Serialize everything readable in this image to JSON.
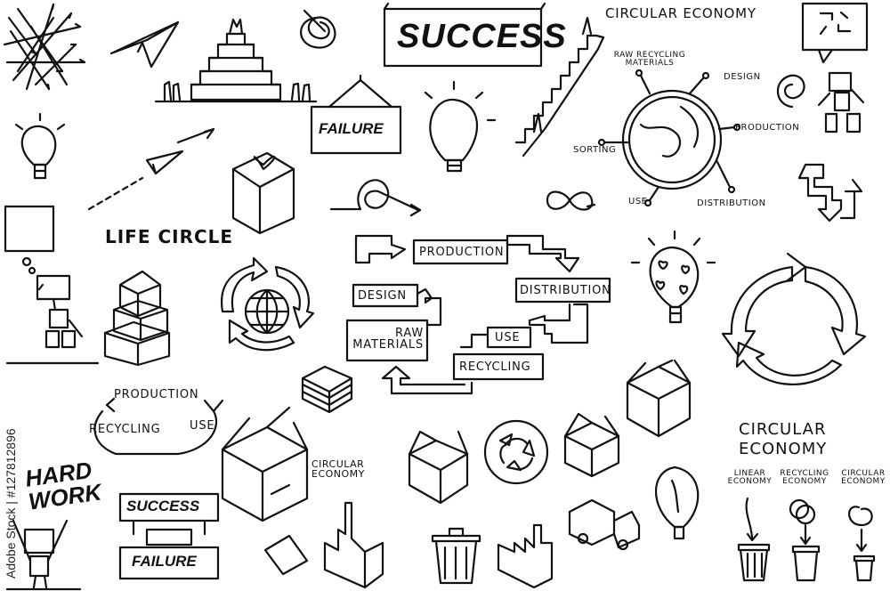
{
  "labels": {
    "success_top": "SUCCESS",
    "failure_sign": "FAILURE",
    "circular_economy_title": "CIRCULAR ECONOMY",
    "raw_recycling_materials": "RAW RECYCLING MATERIALS",
    "design": "DESIGN",
    "production": "PRODUCTION",
    "sorting": "SORTING",
    "use": "USE",
    "distribution": "DISTRIBUTION",
    "life_circle": "LIFE CIRCLE",
    "flow_production": "PRODUCTION",
    "flow_design": "DESIGN",
    "flow_distribution": "DISTRIBUTION",
    "flow_raw_materials": "RAW MATERIALS",
    "flow_use": "USE",
    "flow_recycling": "RECYCLING",
    "cycle_production": "PRODUCTION",
    "cycle_recycling": "RECYCLING",
    "cycle_use": "USE",
    "circular_economy_small": "CIRCULAR ECONOMY",
    "circular_economy_big": "CIRCULAR ECONOMY",
    "linear_economy": "LINEAR ECONOMY",
    "recycling_economy": "RECYCLING ECONOMY",
    "circular_economy_tiny": "CIRCULAR ECONOMY",
    "success_bottom": "SUCCESS",
    "failure_bottom": "FAILURE",
    "hard_work": "HARD WORK"
  },
  "watermark": {
    "stock_id": "Adobe Stock | #127812896"
  },
  "icons": [
    "tangled-arrows-icon",
    "paper-plane-icon",
    "pyramid-stairs-icon",
    "scribble-ball-icon",
    "lightbulb-icon",
    "gift-box-icon",
    "stairs-success-icon",
    "globe-icon",
    "recycle-globe-icon",
    "box-stack-icon",
    "robot-figure-icon",
    "paper-stack-icon",
    "open-box-icon",
    "factory-icon",
    "trash-can-icon",
    "infinity-icon",
    "leaf-lightbulb-icon",
    "circular-arrows-icon",
    "truck-icon"
  ],
  "colors": {
    "ink": "#111111",
    "background": "#ffffff"
  }
}
